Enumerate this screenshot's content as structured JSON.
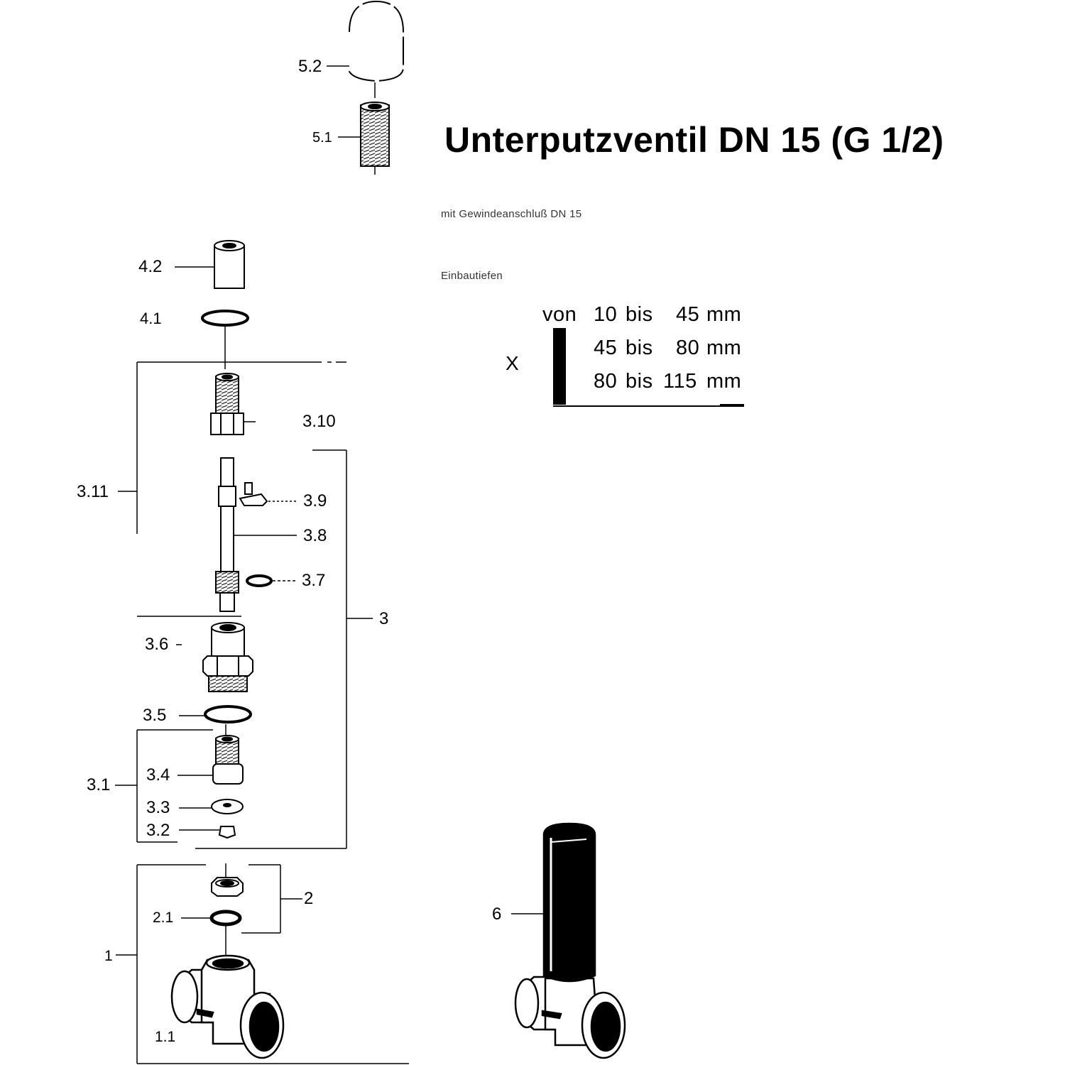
{
  "title": "Unterputzventil DN 15 (G 1/2)",
  "subtitle": "mit Gewindeanschluß DN 15",
  "install_depth_heading": "Einbautiefen",
  "depth_table": {
    "marker": "X",
    "rows": [
      {
        "prefix": "von",
        "from": "10",
        "word": "bis",
        "to": "45",
        "unit": "mm"
      },
      {
        "prefix": "",
        "from": "45",
        "word": "bis",
        "to": "80",
        "unit": "mm"
      },
      {
        "prefix": "",
        "from": "80",
        "word": "bis",
        "to": "115",
        "unit": "mm"
      }
    ]
  },
  "parts": [
    {
      "id": "5.2"
    },
    {
      "id": "5.1"
    },
    {
      "id": "4.2"
    },
    {
      "id": "4.1"
    },
    {
      "id": "3.10"
    },
    {
      "id": "3.11"
    },
    {
      "id": "3.9"
    },
    {
      "id": "3.8"
    },
    {
      "id": "3.7"
    },
    {
      "id": "3"
    },
    {
      "id": "3.6"
    },
    {
      "id": "3.5"
    },
    {
      "id": "3.4"
    },
    {
      "id": "3.1"
    },
    {
      "id": "3.3"
    },
    {
      "id": "3.2"
    },
    {
      "id": "2"
    },
    {
      "id": "2.1"
    },
    {
      "id": "1"
    },
    {
      "id": "1.1"
    },
    {
      "id": "6"
    }
  ]
}
